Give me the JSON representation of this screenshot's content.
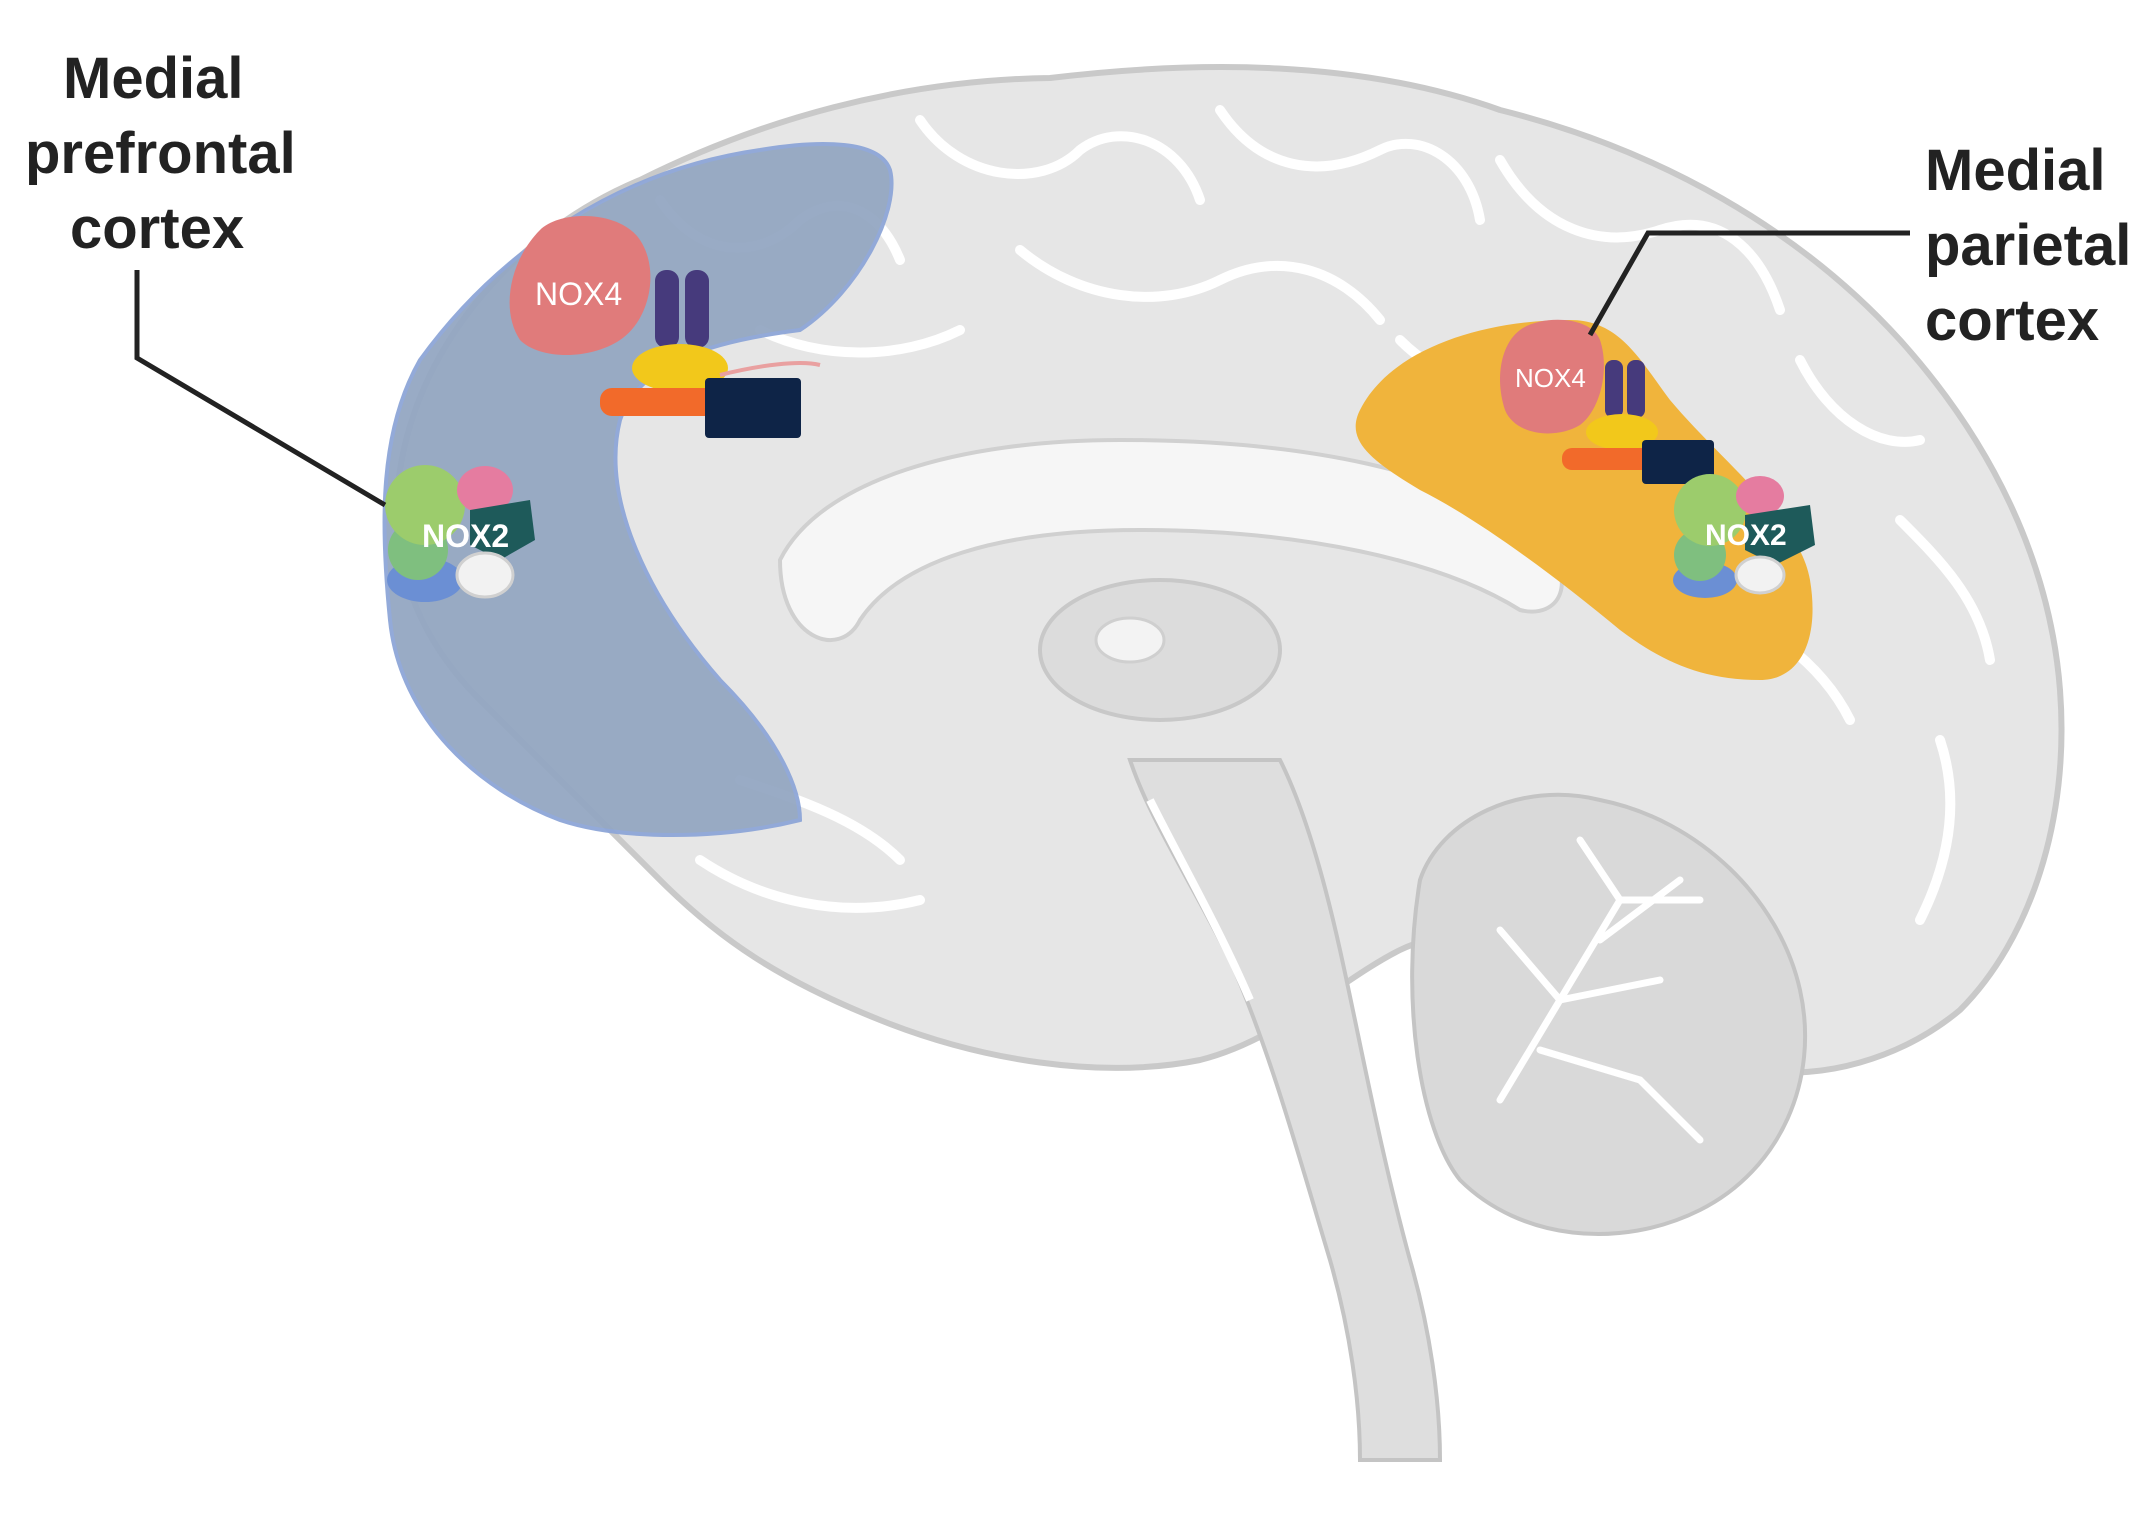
{
  "labels": {
    "mpfc": [
      "Medial",
      "prefrontal",
      "cortex"
    ],
    "mpc": [
      "Medial",
      "parietal",
      "cortex"
    ]
  },
  "proteins": {
    "nox4_a": "NOX4",
    "nox2_a": "NOX2",
    "nox4_b": "NOX4",
    "nox2_b": "NOX2"
  },
  "colors": {
    "prefrontal_region": "#94a7c2",
    "parietal_region": "#f0b43c",
    "brain_tissue": "#e4e4e4",
    "brain_outline": "#c8c8c8",
    "nox4": "#e07b7b",
    "p22_subunit": "#463a7c",
    "flavo_subunit": "#f2c81b",
    "orange_subunit": "#f26a2a",
    "navy_subunit": "#0e2447",
    "nox2_dark": "#1e5a5a",
    "nox2_green": "#9ccc6c"
  }
}
